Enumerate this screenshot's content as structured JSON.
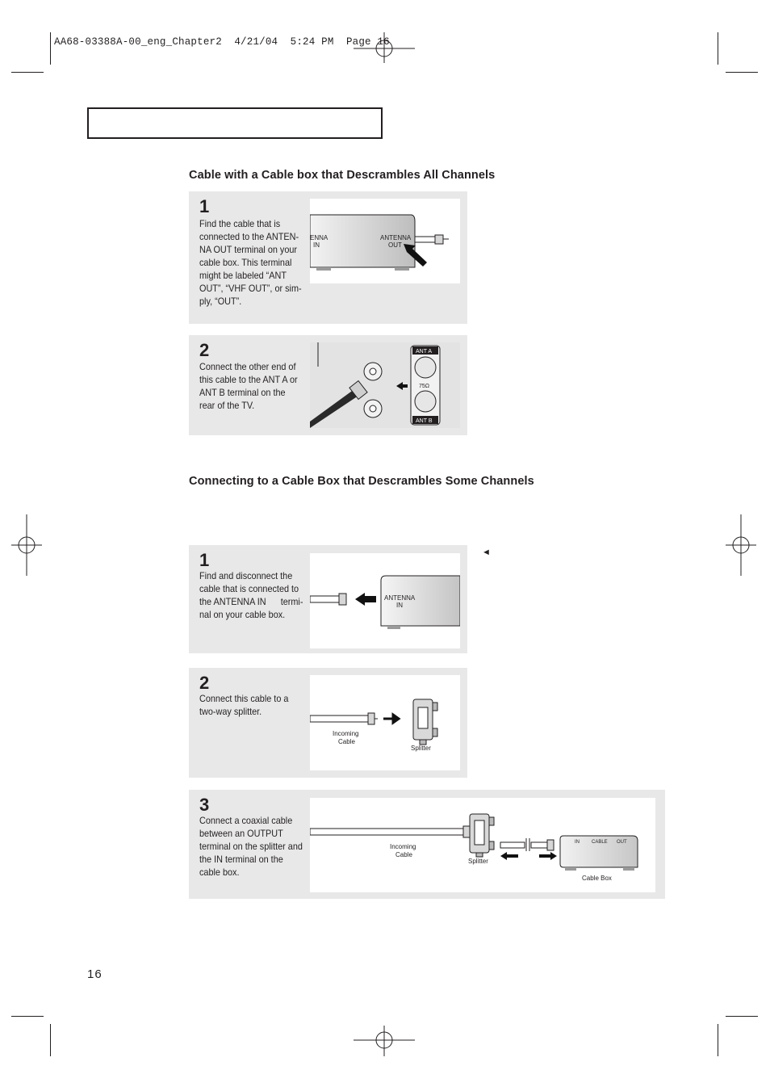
{
  "header": {
    "slug": "AA68-03388A-00_eng_Chapter2  4/21/04  5:24 PM  Page 16"
  },
  "section1": {
    "title": "Cable with a Cable box that Descrambles All Channels",
    "step1": {
      "number": "1",
      "text": "Find the cable that is\nconnected to the ANTEN-\nNA OUT terminal on your\ncable box. This terminal\nmight be labeled “ANT\nOUT”, “VHF OUT”, or sim-\nply, “OUT”.",
      "label_in": "ANTENNA\nIN",
      "label_out": "ANTENNA\nOUT"
    },
    "step2": {
      "number": "2",
      "text": "Connect the other end of\nthis cable to the ANT A or\nANT B terminal on the\nrear of the TV.",
      "label_ant_a": "ANT A",
      "label_ant_b": "ANT B",
      "label_ohm": "75Ω"
    }
  },
  "section2": {
    "title": "Connecting to a Cable Box that Descrambles Some Channels",
    "marker": "◄",
    "step1": {
      "number": "1",
      "text": "Find and disconnect the\ncable that is connected to\nthe ANTENNA IN      termi-\nnal on your cable box.",
      "label_in": "ANTENNA\nIN"
    },
    "step2": {
      "number": "2",
      "text": "Connect this cable to a\ntwo-way splitter.",
      "label_incoming": "Incoming\nCable",
      "label_splitter": "Splitter"
    },
    "step3": {
      "number": "3",
      "text": "Connect a coaxial cable\nbetween an OUTPUT\nterminal on the splitter and\nthe IN terminal on the\ncable box.",
      "label_incoming": "Incoming\nCable",
      "label_splitter": "Splitter",
      "label_cablebox": "Cable Box",
      "label_in": "IN",
      "label_cable": "CABLE",
      "label_out": "OUT"
    }
  },
  "footer": {
    "page_number": "16"
  }
}
